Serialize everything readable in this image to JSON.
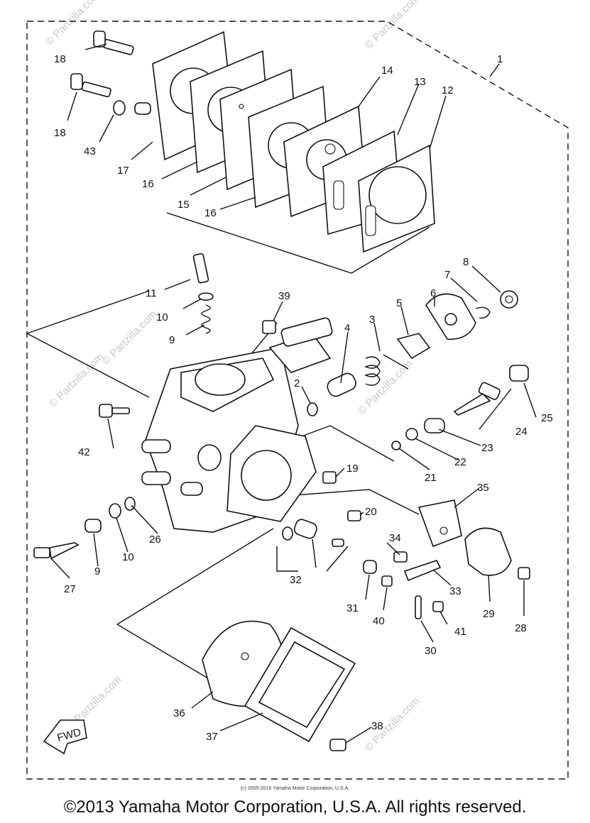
{
  "diagram": {
    "callouts": [
      {
        "id": "c1",
        "text": "1"
      },
      {
        "id": "c2",
        "text": "2"
      },
      {
        "id": "c3",
        "text": "3"
      },
      {
        "id": "c4",
        "text": "4"
      },
      {
        "id": "c5",
        "text": "5"
      },
      {
        "id": "c6",
        "text": "6"
      },
      {
        "id": "c7",
        "text": "7"
      },
      {
        "id": "c8",
        "text": "8"
      },
      {
        "id": "c9a",
        "text": "9"
      },
      {
        "id": "c9b",
        "text": "9"
      },
      {
        "id": "c10a",
        "text": "10"
      },
      {
        "id": "c10b",
        "text": "10"
      },
      {
        "id": "c11",
        "text": "11"
      },
      {
        "id": "c12",
        "text": "12"
      },
      {
        "id": "c13",
        "text": "13"
      },
      {
        "id": "c14",
        "text": "14"
      },
      {
        "id": "c15",
        "text": "15"
      },
      {
        "id": "c16a",
        "text": "16"
      },
      {
        "id": "c16b",
        "text": "16"
      },
      {
        "id": "c17",
        "text": "17"
      },
      {
        "id": "c18a",
        "text": "18"
      },
      {
        "id": "c18b",
        "text": "18"
      },
      {
        "id": "c19",
        "text": "19"
      },
      {
        "id": "c20",
        "text": "20"
      },
      {
        "id": "c21",
        "text": "21"
      },
      {
        "id": "c22",
        "text": "22"
      },
      {
        "id": "c23",
        "text": "23"
      },
      {
        "id": "c24",
        "text": "24"
      },
      {
        "id": "c25",
        "text": "25"
      },
      {
        "id": "c26",
        "text": "26"
      },
      {
        "id": "c27",
        "text": "27"
      },
      {
        "id": "c28",
        "text": "28"
      },
      {
        "id": "c29",
        "text": "29"
      },
      {
        "id": "c30",
        "text": "30"
      },
      {
        "id": "c31",
        "text": "31"
      },
      {
        "id": "c32",
        "text": "32"
      },
      {
        "id": "c33",
        "text": "33"
      },
      {
        "id": "c34",
        "text": "34"
      },
      {
        "id": "c35",
        "text": "35"
      },
      {
        "id": "c36",
        "text": "36"
      },
      {
        "id": "c37",
        "text": "37"
      },
      {
        "id": "c38",
        "text": "38"
      },
      {
        "id": "c39",
        "text": "39"
      },
      {
        "id": "c40",
        "text": "40"
      },
      {
        "id": "c41",
        "text": "41"
      },
      {
        "id": "c42",
        "text": "42"
      },
      {
        "id": "c43",
        "text": "43"
      }
    ],
    "fwd_label": "FWD",
    "watermark": "© Partzilla.com"
  },
  "footer": {
    "small_copyright": "(c) 2005-2016 Yamaha Motor Corporation, U.S.A.",
    "main_copyright": "©2013 Yamaha Motor Corporation, U.S.A. All rights reserved."
  },
  "colors": {
    "ink": "#111111",
    "background": "#ffffff",
    "watermark": "#c8c8c8"
  }
}
